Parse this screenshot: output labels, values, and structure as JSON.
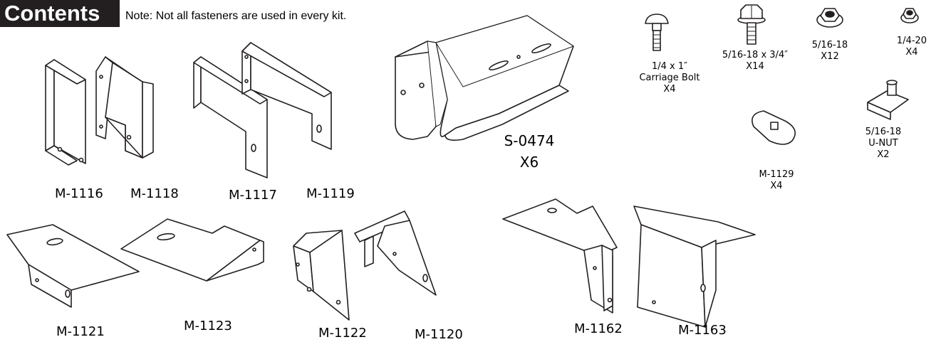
{
  "header": {
    "title": "Contents",
    "note": "Note: Not all fasteners are used in every kit."
  },
  "brackets": {
    "m1116": "M-1116",
    "m1118": "M-1118",
    "m1117": "M-1117",
    "m1119": "M-1119",
    "m1121": "M-1121",
    "m1123": "M-1123",
    "m1122": "M-1122",
    "m1120": "M-1120",
    "m1162": "M-1162",
    "m1163": "M-1163"
  },
  "main_part": {
    "code": "S-0474",
    "qty": "X6"
  },
  "fasteners": {
    "carriage_bolt": {
      "size": "1/4 x 1″",
      "name": "Carriage Bolt",
      "qty": "X4"
    },
    "hex_bolt": {
      "size": "5/16-18 x 3/4″",
      "qty": "X14"
    },
    "nut_516": {
      "size": "5/16-18",
      "qty": "X12"
    },
    "nut_14": {
      "size": "1/4-20",
      "qty": "X4"
    },
    "u_nut": {
      "size": "5/16-18",
      "name": "U-NUT",
      "qty": "X2"
    },
    "spacer": {
      "code": "M-1129",
      "qty": "X4"
    }
  }
}
